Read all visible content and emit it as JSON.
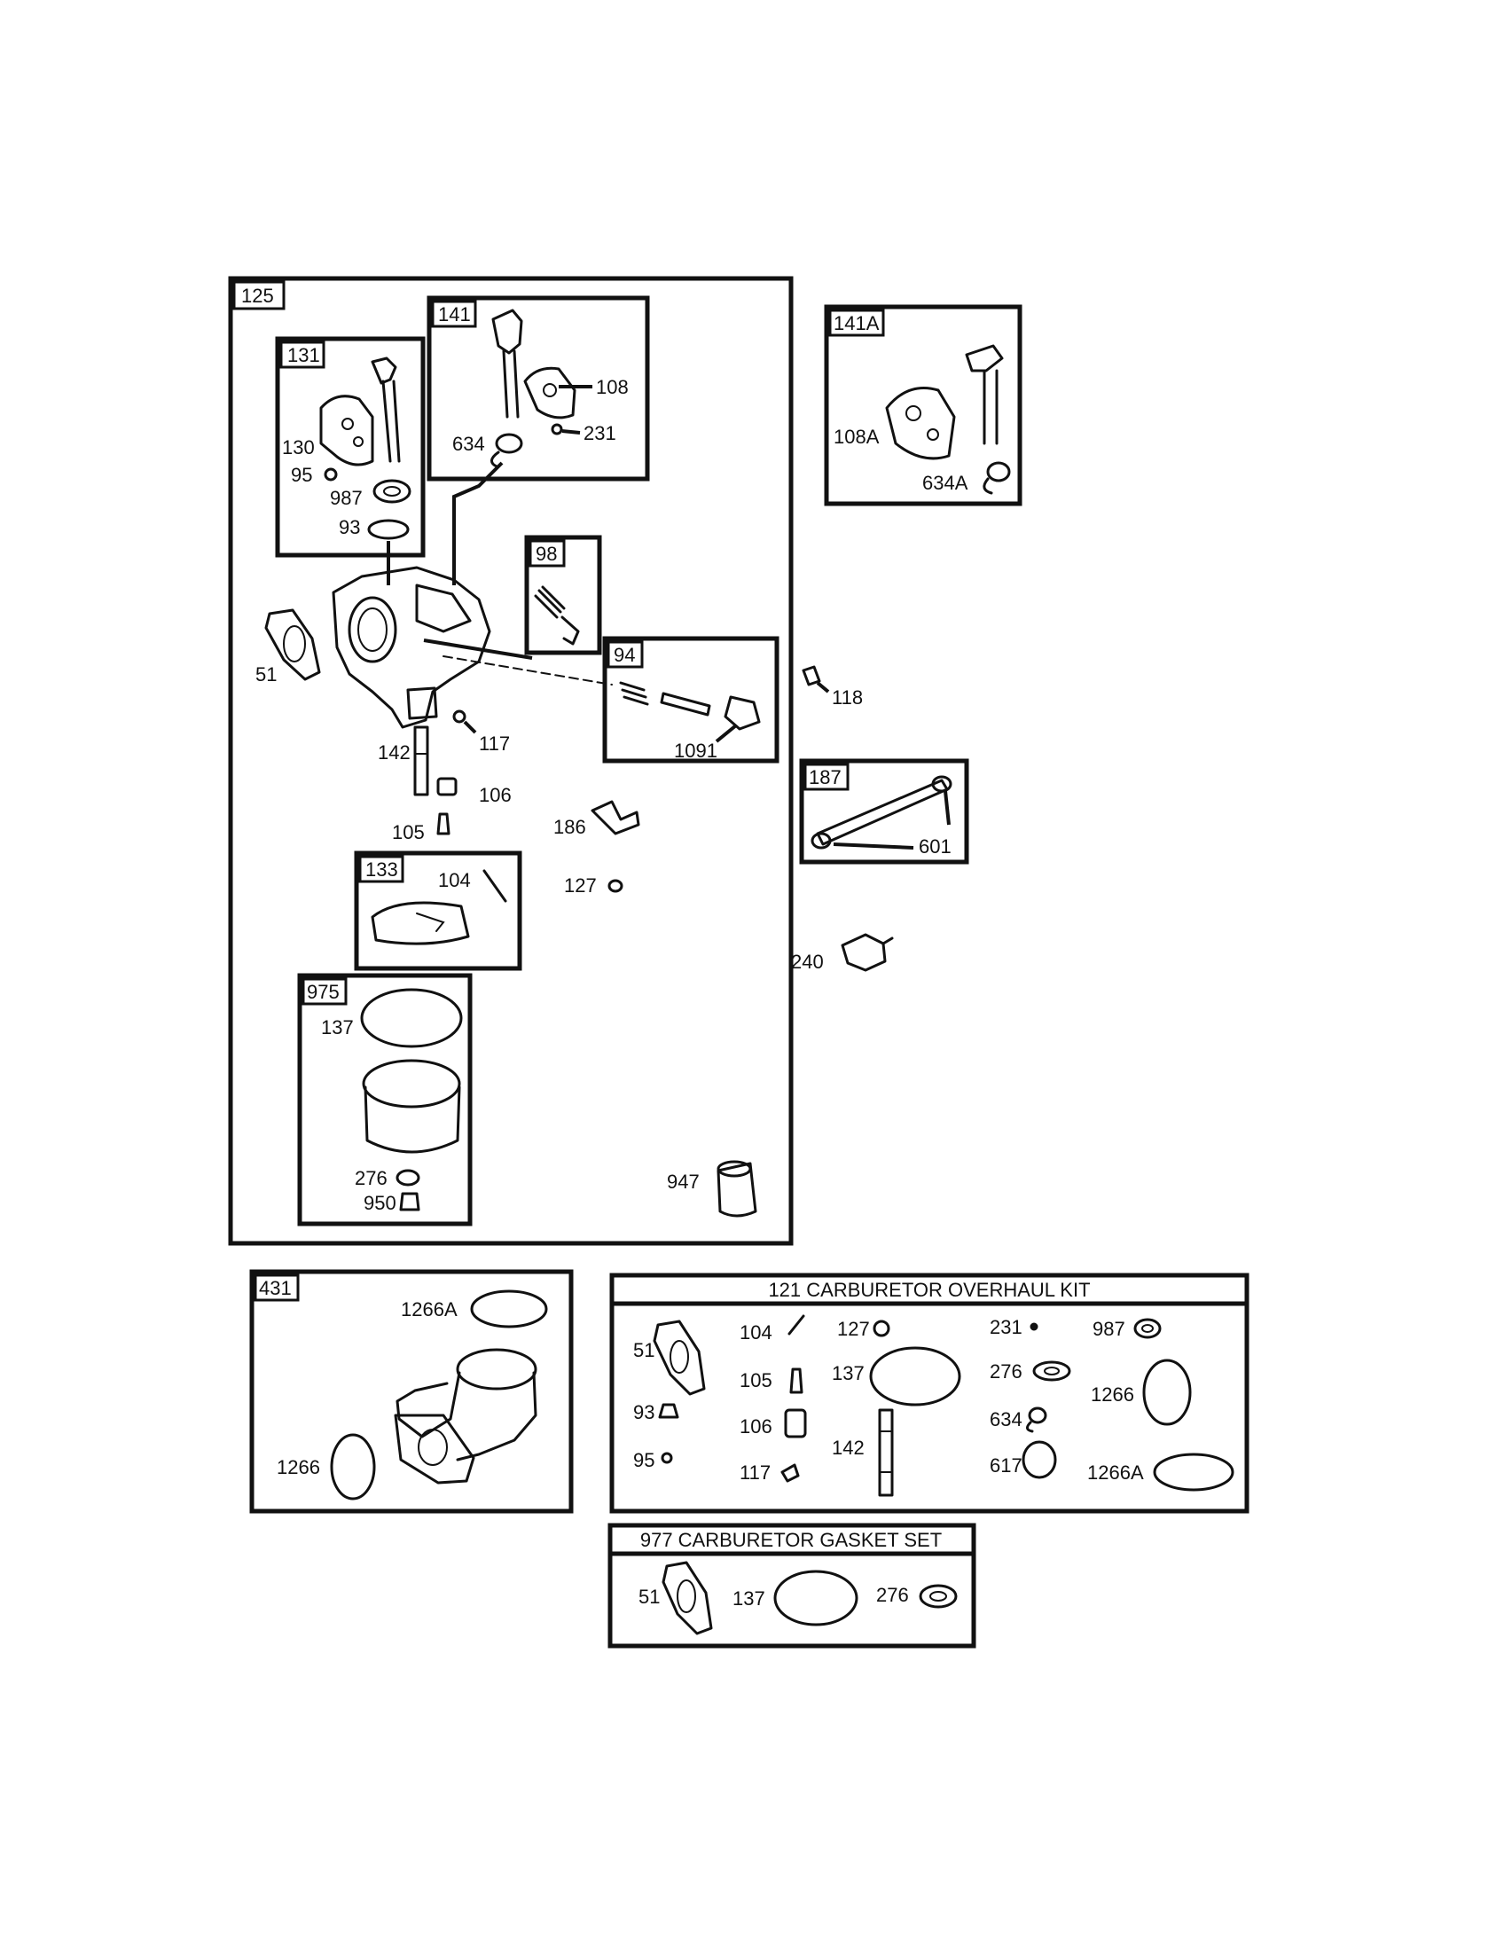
{
  "boxes": {
    "b125": "125",
    "b131": "131",
    "b141": "141",
    "b141a": "141A",
    "b98": "98",
    "b94": "94",
    "b187": "187",
    "b133": "133",
    "b975": "975",
    "b431": "431"
  },
  "kits": {
    "overhaul_title": "121 CARBURETOR OVERHAUL KIT",
    "gasket_title": "977 CARBURETOR GASKET SET"
  },
  "labels": {
    "l108": "108",
    "l231": "231",
    "l634": "634",
    "l130": "130",
    "l95": "95",
    "l987": "987",
    "l93": "93",
    "l108a": "108A",
    "l634a": "634A",
    "l51": "51",
    "l1091": "1091",
    "l118": "118",
    "l142": "142",
    "l117": "117",
    "l106": "106",
    "l105": "105",
    "l186": "186",
    "l127": "127",
    "l104": "104",
    "l601": "601",
    "l240": "240",
    "l137": "137",
    "l276": "276",
    "l950": "950",
    "l947": "947",
    "l1266a": "1266A",
    "l1266": "1266"
  },
  "overhaul": {
    "k51": "51",
    "k93": "93",
    "k95": "95",
    "k104": "104",
    "k105": "105",
    "k106": "106",
    "k117": "117",
    "k127": "127",
    "k137": "137",
    "k142": "142",
    "k231": "231",
    "k276": "276",
    "k634": "634",
    "k617": "617",
    "k987": "987",
    "k1266": "1266",
    "k1266a": "1266A"
  },
  "gasket": {
    "g51": "51",
    "g137": "137",
    "g276": "276"
  }
}
